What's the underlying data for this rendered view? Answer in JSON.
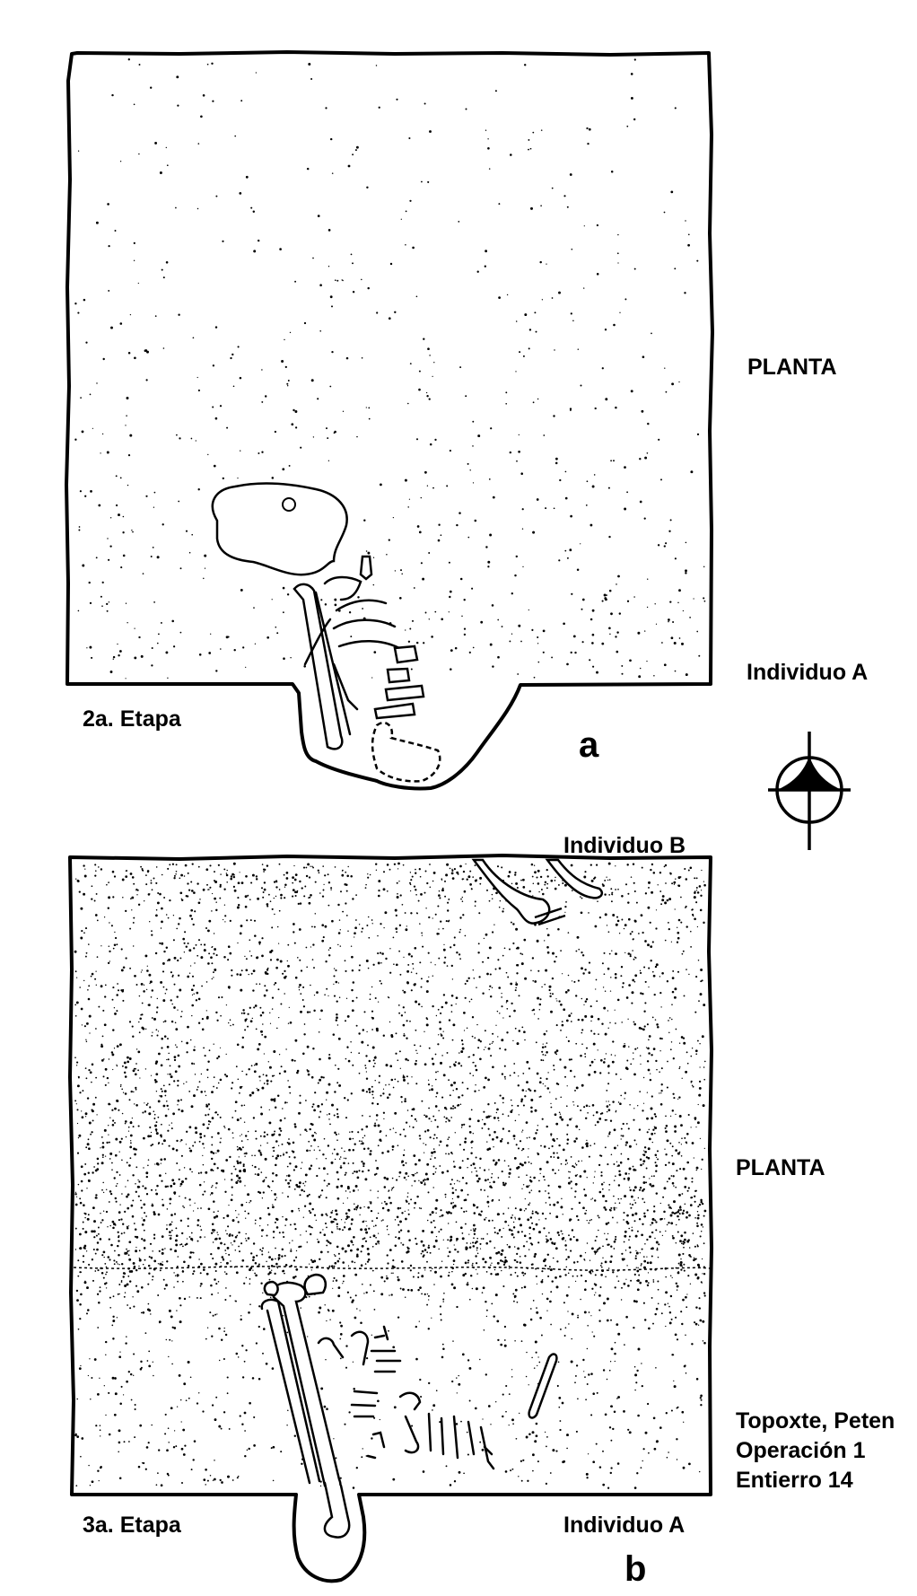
{
  "figure": {
    "panel_a": {
      "letter": "a",
      "view_label": "PLANTA",
      "stage_label": "2a. Etapa",
      "individual_label": "Individuo A"
    },
    "panel_b": {
      "letter": "b",
      "view_label": "PLANTA",
      "stage_label": "3a. Etapa",
      "individual_a_label": "Individuo A",
      "individual_b_label": "Individuo B"
    },
    "caption": {
      "site": "Topoxte, Peten",
      "operation": "Operación 1",
      "burial": "Entierro 14"
    },
    "north_arrow_icon": "north-arrow-icon"
  }
}
